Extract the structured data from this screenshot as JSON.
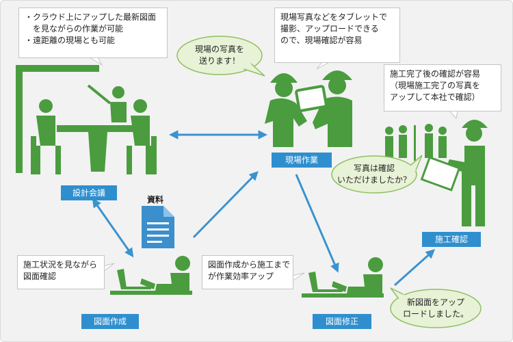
{
  "colors": {
    "figure": "#4a9c3f",
    "figure_dark": "#3f8a35",
    "arrow": "#3a93cf",
    "label_bg": "#2f8fce",
    "bubble_fill": "#e8f2d6",
    "bubble_stroke": "#8fbf63",
    "doc_icon": "#3a8fcc"
  },
  "icons": [
    "meeting-icon",
    "field-workers-icon",
    "tablet-icon",
    "document-icon",
    "laptop-worker-icon",
    "inspection-group-icon",
    "photo-icon"
  ],
  "nodes": {
    "meeting": "設計会議",
    "field_work": "現場作業",
    "drawing_create": "図面作成",
    "drawing_revise": "図面修正",
    "inspection": "施工確認"
  },
  "notes": {
    "meeting": [
      "・クラウド上にアップした最新図面",
      "　を見ながらの作業が可能",
      "・遠距離の現場とも可能"
    ],
    "field": [
      "現場写真などをタブレットで",
      "撮影、アップロードできる",
      "ので、現場確認が容易"
    ],
    "inspection": [
      "施工完了後の確認が容易",
      "（現場施工完了の写真を",
      "アップして本社で確認）"
    ],
    "drawing_create": [
      "施工状況を見ながら",
      "図面確認"
    ],
    "efficiency": [
      "図面作成から施工まで",
      "が作業効率アップ"
    ]
  },
  "bubbles": {
    "send_photo": [
      "現場の写真を",
      "送ります！"
    ],
    "confirm_photo": [
      "写真は確認",
      "いただけましたか？"
    ],
    "uploaded_drawing": [
      "新図面をアップ",
      "ロードしました。"
    ]
  },
  "document_label": "資料"
}
